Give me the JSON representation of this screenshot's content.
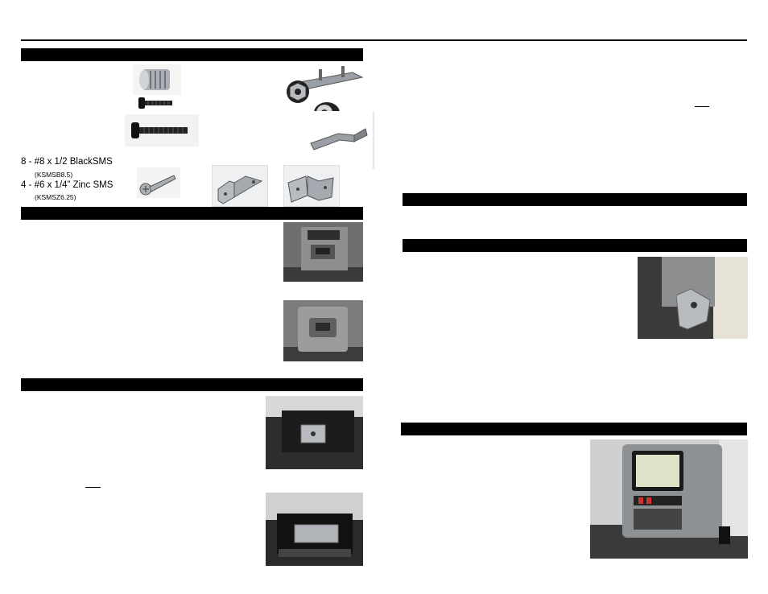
{
  "hardware_list": [
    {
      "label": "8 - #8 x 1/2  BlackSMS",
      "code": "(KSMSB8.5)"
    },
    {
      "label": "4 - #6 x 1/4” Zinc SMS",
      "code": "(KSMSZ6.25)"
    }
  ],
  "icons": {
    "insert_nut": "threaded-insert-icon",
    "bolt_short": "short-bolt-icon",
    "bolt_long": "long-bolt-icon",
    "mount_plate": "mounting-plate-icon",
    "kep_nut": "kep-nut-icon",
    "spacer": "spacer-icon",
    "angle_bracket": "angle-bracket-icon",
    "wood_screw": "sheet-metal-screw-icon",
    "z_bracket": "z-bracket-icon"
  },
  "colors": {
    "section_bar": "#000000",
    "photo_dark": "#2a2a2a",
    "metal": "#b8bcc0"
  }
}
